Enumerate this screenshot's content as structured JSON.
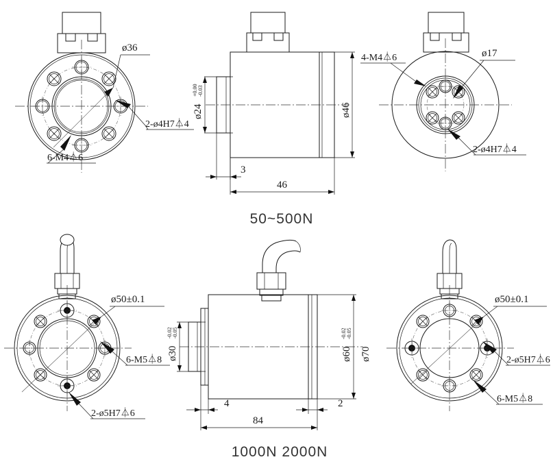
{
  "drawing": {
    "title": "Load cell outline dimension drawing",
    "line_color": "#1a1a1a",
    "background": "#ffffff"
  },
  "groups": [
    {
      "id": "group-top",
      "caption": "50~500N",
      "views": [
        {
          "id": "view-top-left",
          "type": "front-flange-view",
          "labels": [
            {
              "name": "diameter-36",
              "text": "ø36"
            },
            {
              "name": "dowel-holes",
              "text": "2-ø4H7⏃4"
            },
            {
              "name": "threaded-holes",
              "text": "6-M4⏃6"
            }
          ]
        },
        {
          "id": "view-top-middle",
          "type": "section-view",
          "labels": [
            {
              "name": "boss-diameter",
              "text": "ø24",
              "tol_upper": "+0.00",
              "tol_lower": "-0.03"
            },
            {
              "name": "body-diameter",
              "text": "ø46"
            },
            {
              "name": "boss-length",
              "text": "3"
            },
            {
              "name": "body-length",
              "text": "46"
            }
          ]
        },
        {
          "id": "view-top-right",
          "type": "rear-flange-view",
          "labels": [
            {
              "name": "threaded-holes",
              "text": "4-M4⏃6"
            },
            {
              "name": "diameter-17",
              "text": "ø17"
            },
            {
              "name": "dowel-holes",
              "text": "2-ø4H7⏃4"
            }
          ]
        }
      ]
    },
    {
      "id": "group-bottom",
      "caption": "1000N 2000N",
      "views": [
        {
          "id": "view-bottom-left",
          "type": "front-flange-view",
          "labels": [
            {
              "name": "bolt-circle",
              "text": "ø50±0.1"
            },
            {
              "name": "threaded-holes",
              "text": "6-M5⏃8"
            },
            {
              "name": "dowel-holes",
              "text": "2-ø5H7⏃6"
            }
          ]
        },
        {
          "id": "view-bottom-middle",
          "type": "section-view",
          "labels": [
            {
              "name": "boss-diameter",
              "text": "ø30",
              "tol_upper": "-0.02",
              "tol_lower": "-0.05"
            },
            {
              "name": "step-diameter",
              "text": "ø60",
              "tol_upper": "-0.02",
              "tol_lower": "-0.05"
            },
            {
              "name": "body-diameter",
              "text": "ø70"
            },
            {
              "name": "left-step-length",
              "text": "4"
            },
            {
              "name": "body-length",
              "text": "84"
            },
            {
              "name": "right-step-length",
              "text": "2"
            }
          ]
        },
        {
          "id": "view-bottom-right",
          "type": "rear-flange-view",
          "labels": [
            {
              "name": "bolt-circle",
              "text": "ø50±0.1"
            },
            {
              "name": "dowel-holes",
              "text": "2-ø5H7⏃6"
            },
            {
              "name": "threaded-holes",
              "text": "6-M5⏃8"
            }
          ]
        }
      ]
    }
  ]
}
